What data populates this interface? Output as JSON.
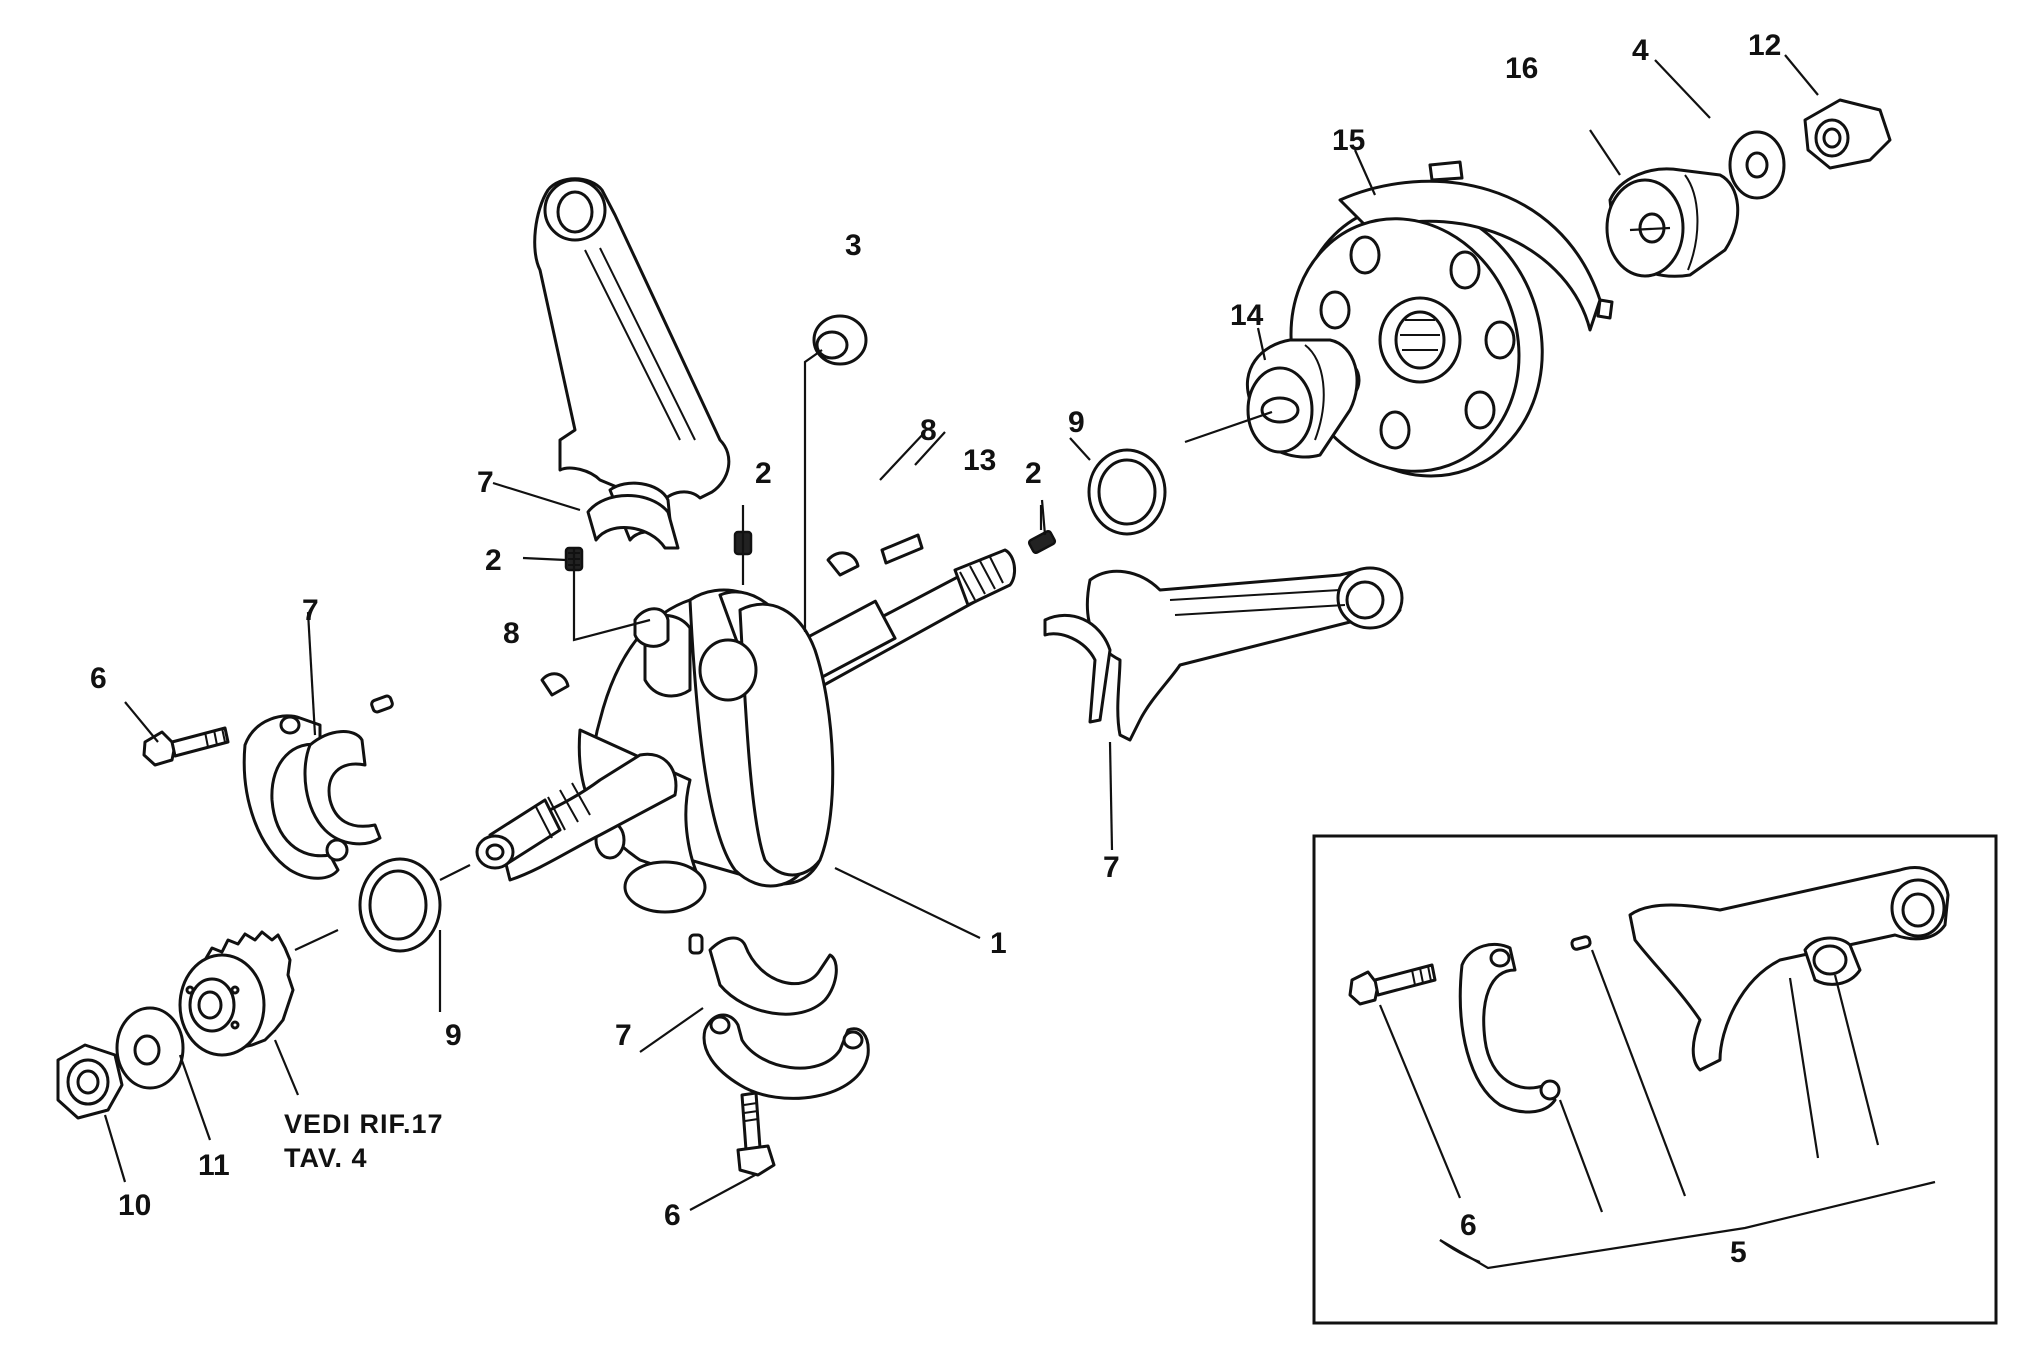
{
  "diagram": {
    "callouts": {
      "c1": "1",
      "c2a": "2",
      "c2b": "2",
      "c2c": "2",
      "c3": "3",
      "c4": "4",
      "c5": "5",
      "c6a": "6",
      "c6b": "6",
      "c6c": "6",
      "c7a": "7",
      "c7b": "7",
      "c7c": "7",
      "c7d": "7",
      "c8a": "8",
      "c8b": "8",
      "c9a": "9",
      "c9b": "9",
      "c10": "10",
      "c11": "11",
      "c12": "12",
      "c13": "13",
      "c14": "14",
      "c15": "15",
      "c16": "16"
    },
    "note": {
      "line1": "VEDI RIF.17",
      "line2": "TAV. 4"
    }
  }
}
